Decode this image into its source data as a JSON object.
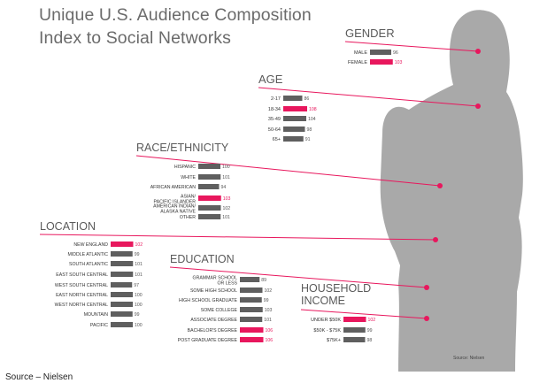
{
  "title": [
    "Unique U.S. Audience Composition",
    "Index to Social Networks"
  ],
  "source": "Source – Nielsen",
  "silhouette_source": "Source: Nielsen",
  "colors": {
    "accent": "#e8175d",
    "bar": "#5f5f5f",
    "silhouette": "#a9a9a9",
    "heading": "#5a5a5a"
  },
  "chart_data": [
    {
      "type": "bar",
      "title": "GENDER",
      "categories": [
        "MALE",
        "FEMALE"
      ],
      "values": [
        96,
        103
      ],
      "highlight": [
        false,
        true
      ]
    },
    {
      "type": "bar",
      "title": "AGE",
      "categories": [
        "2-17",
        "18-34",
        "35-49",
        "50-64",
        "65+"
      ],
      "values": [
        86,
        108,
        104,
        98,
        91
      ],
      "highlight": [
        false,
        true,
        false,
        false,
        false
      ]
    },
    {
      "type": "bar",
      "title": "RACE/ETHNICITY",
      "categories": [
        "HISPANIC",
        "WHITE",
        "AFRICAN AMERICAN",
        "ASIAN/ PACIFIC ISLANDER",
        "AMERICAN INDIAN/ ALASKA NATIVE",
        "OTHER"
      ],
      "values": [
        100,
        101,
        94,
        103,
        102,
        101
      ],
      "highlight": [
        false,
        false,
        false,
        true,
        false,
        false
      ]
    },
    {
      "type": "bar",
      "title": "LOCATION",
      "categories": [
        "NEW ENGLAND",
        "MIDDLE ATLANTIC",
        "SOUTH ATLANTIC",
        "EAST SOUTH CENTRAL",
        "WEST SOUTH CENTRAL",
        "EAST NORTH CENTRAL",
        "WEST NORTH CENTRAL",
        "MOUNTAIN",
        "PACIFIC"
      ],
      "values": [
        102,
        99,
        101,
        101,
        97,
        100,
        100,
        99,
        100
      ],
      "highlight": [
        true,
        false,
        false,
        false,
        false,
        false,
        false,
        false,
        false
      ]
    },
    {
      "type": "bar",
      "title": "EDUCATION",
      "categories": [
        "GRAMMAR SCHOOL OR LESS",
        "SOME HIGH SCHOOL",
        "HIGH SCHOOL GRADUATE",
        "SOME COLLEGE",
        "ASSOCIATE DEGREE",
        "BACHELOR'S DEGREE",
        "POST GRADUATE DEGREE"
      ],
      "values": [
        89,
        102,
        99,
        103,
        101,
        106,
        106
      ],
      "highlight": [
        false,
        false,
        false,
        false,
        false,
        true,
        true
      ]
    },
    {
      "type": "bar",
      "title": "HOUSEHOLD INCOME",
      "categories": [
        "UNDER $50K",
        "$50K - $75K",
        "$75K+"
      ],
      "values": [
        102,
        99,
        98
      ],
      "highlight": [
        true,
        false,
        false
      ]
    }
  ]
}
